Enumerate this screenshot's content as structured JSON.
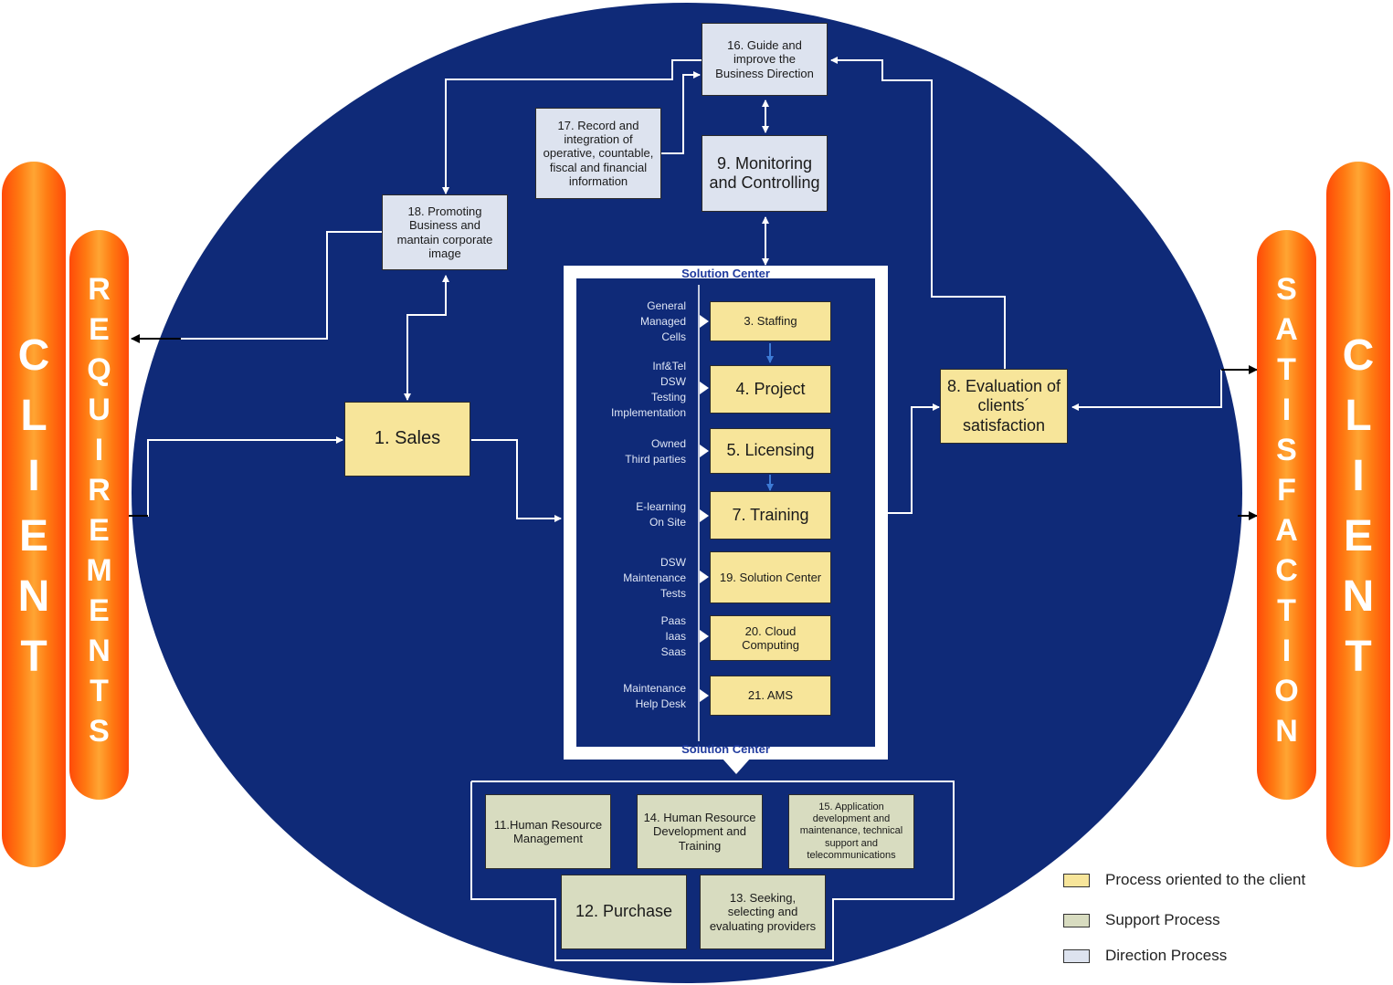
{
  "left_client": {
    "client": "CLIENT",
    "requirements": "REQUIREMENTS"
  },
  "right_client": {
    "satisfaction": "SATISFACTION",
    "client": "CLIENT"
  },
  "direction": {
    "p16": "16. Guide and improve the Business Direction",
    "p17": "17. Record and integration of operative, countable, fiscal and financial information",
    "p9": "9. Monitoring and Controlling",
    "p18": "18. Promoting Business and mantain corporate image"
  },
  "client_oriented": {
    "p1": "1. Sales",
    "p8": "8. Evaluation of clients´ satisfaction"
  },
  "solution_center": {
    "title_top": "Solution Center",
    "title_bottom": "Solution Center",
    "rows": [
      {
        "label": "General\nManaged\nCells",
        "process": "3. Staffing"
      },
      {
        "label": "Inf&Tel\nDSW\nTesting\nImplementation",
        "process": "4. Project"
      },
      {
        "label": "Owned\nThird parties",
        "process": "5. Licensing"
      },
      {
        "label": "E-learning\nOn Site",
        "process": "7. Training"
      },
      {
        "label": "DSW\nMaintenance\nTests",
        "process": "19. Solution Center"
      },
      {
        "label": "Paas\nIaas\nSaas",
        "process": "20. Cloud Computing"
      },
      {
        "label": "Maintenance\nHelp Desk",
        "process": "21. AMS"
      }
    ]
  },
  "support": {
    "p11": "11.Human Resource Management",
    "p14": "14. Human Resource Development and Training",
    "p15": "15. Application development and maintenance, technical support and telecommunications",
    "p12": "12. Purchase",
    "p13": "13. Seeking, selecting and evaluating providers"
  },
  "legend": {
    "items": [
      {
        "label": "Process oriented to the client",
        "color": "#f7e59a"
      },
      {
        "label": "Support Process",
        "color": "#d8dcc0"
      },
      {
        "label": "Direction Process",
        "color": "#dde3ef"
      }
    ]
  },
  "colors": {
    "ellipse": "#0f2a78",
    "pill": "#ff7a12"
  }
}
